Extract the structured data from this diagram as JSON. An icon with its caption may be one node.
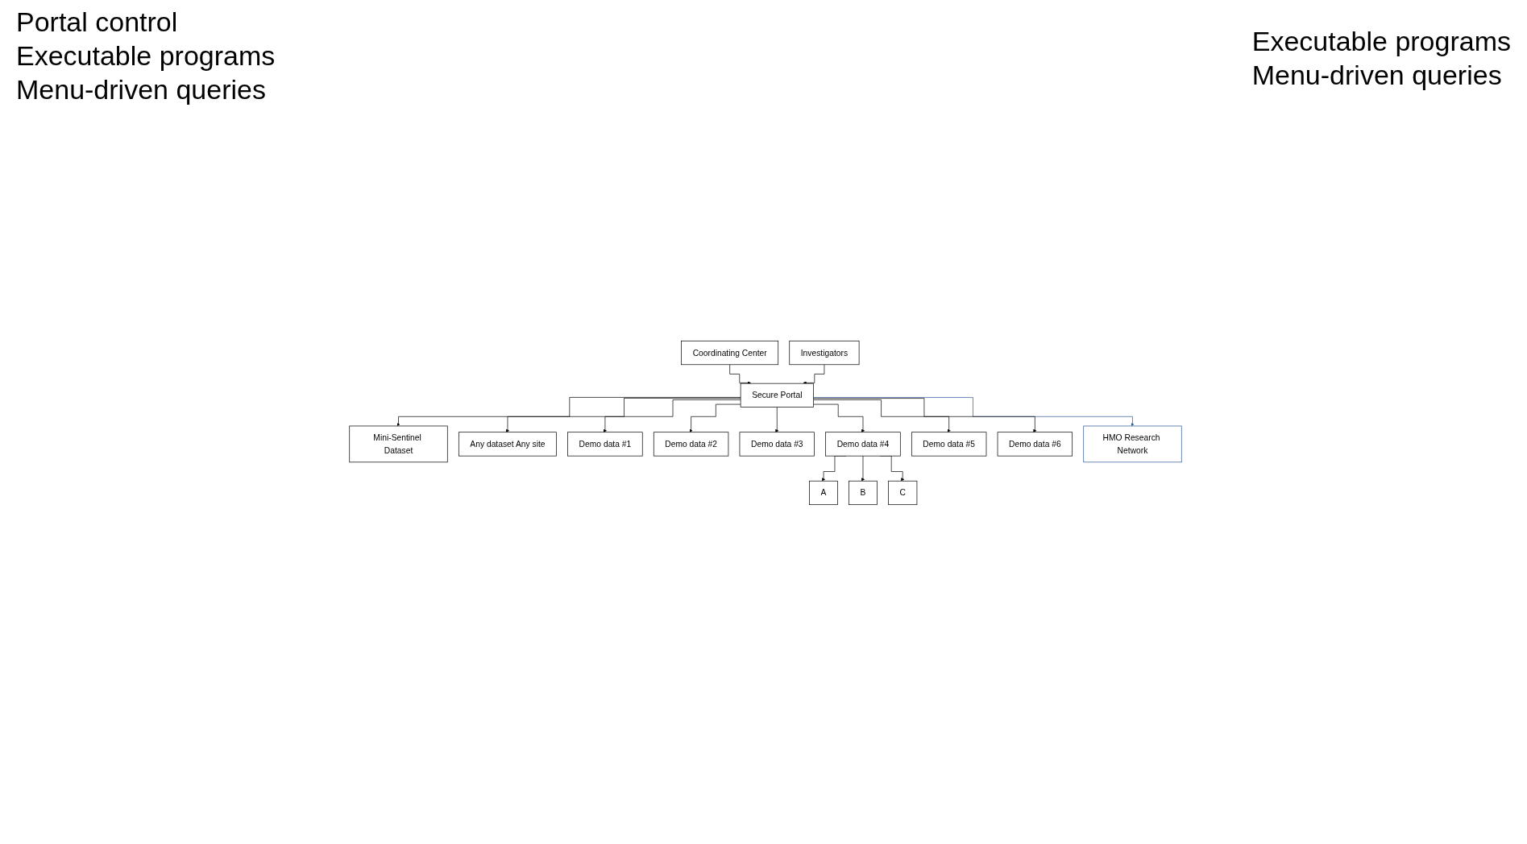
{
  "diagram": {
    "nodes": [
      {
        "text": [
          "Coordinating Center"
        ]
      },
      {
        "text": [
          "Investigators"
        ]
      },
      {
        "text": [
          "Secure Portal"
        ]
      },
      {
        "text": [
          "Mini-Sentinel Dataset"
        ]
      },
      {
        "text": [
          "Any dataset Any site"
        ]
      },
      {
        "text": [
          "Demo data #1"
        ]
      },
      {
        "text": [
          "Demo data #2"
        ]
      },
      {
        "text": [
          "Demo data #3"
        ]
      },
      {
        "text": [
          "Demo data #4"
        ]
      },
      {
        "text": [
          "Demo data #5"
        ]
      },
      {
        "text": [
          "Demo data #6"
        ]
      },
      {
        "text": [
          "A"
        ]
      },
      {
        "text": [
          "B"
        ]
      },
      {
        "text": [
          "C"
        ]
      },
      {
        "text": [
          "HMO Research Network"
        ]
      }
    ],
    "edges": [
      {
        "from": 0,
        "to": 2,
        "arrow": "to"
      },
      {
        "from": 1,
        "to": 2,
        "arrow": "to"
      },
      {
        "from": 2,
        "to": 3,
        "arrow": "to"
      },
      {
        "from": 2,
        "to": 4,
        "arrow": "to"
      },
      {
        "from": 2,
        "to": 14,
        "arrow": "to",
        "color": "#2f5597"
      },
      {
        "from": 2,
        "to": 5,
        "arrow": "to"
      },
      {
        "from": 2,
        "to": 8,
        "arrow": "to"
      },
      {
        "from": 2,
        "to": 6,
        "arrow": "to"
      },
      {
        "from": 2,
        "to": 9,
        "arrow": "to"
      },
      {
        "from": 2,
        "to": 7,
        "arrow": "to"
      },
      {
        "from": 2,
        "to": 10,
        "arrow": "to"
      },
      {
        "from": 8,
        "to": 11,
        "arrow": "to"
      },
      {
        "from": 8,
        "to": 12,
        "arrow": "to"
      },
      {
        "from": 8,
        "to": 13,
        "arrow": "to"
      }
    ],
    "labels": [
      "Portal control",
      "Executable programs",
      "Menu-driven queries",
      "Executable programs",
      "Menu-driven queries"
    ]
  }
}
